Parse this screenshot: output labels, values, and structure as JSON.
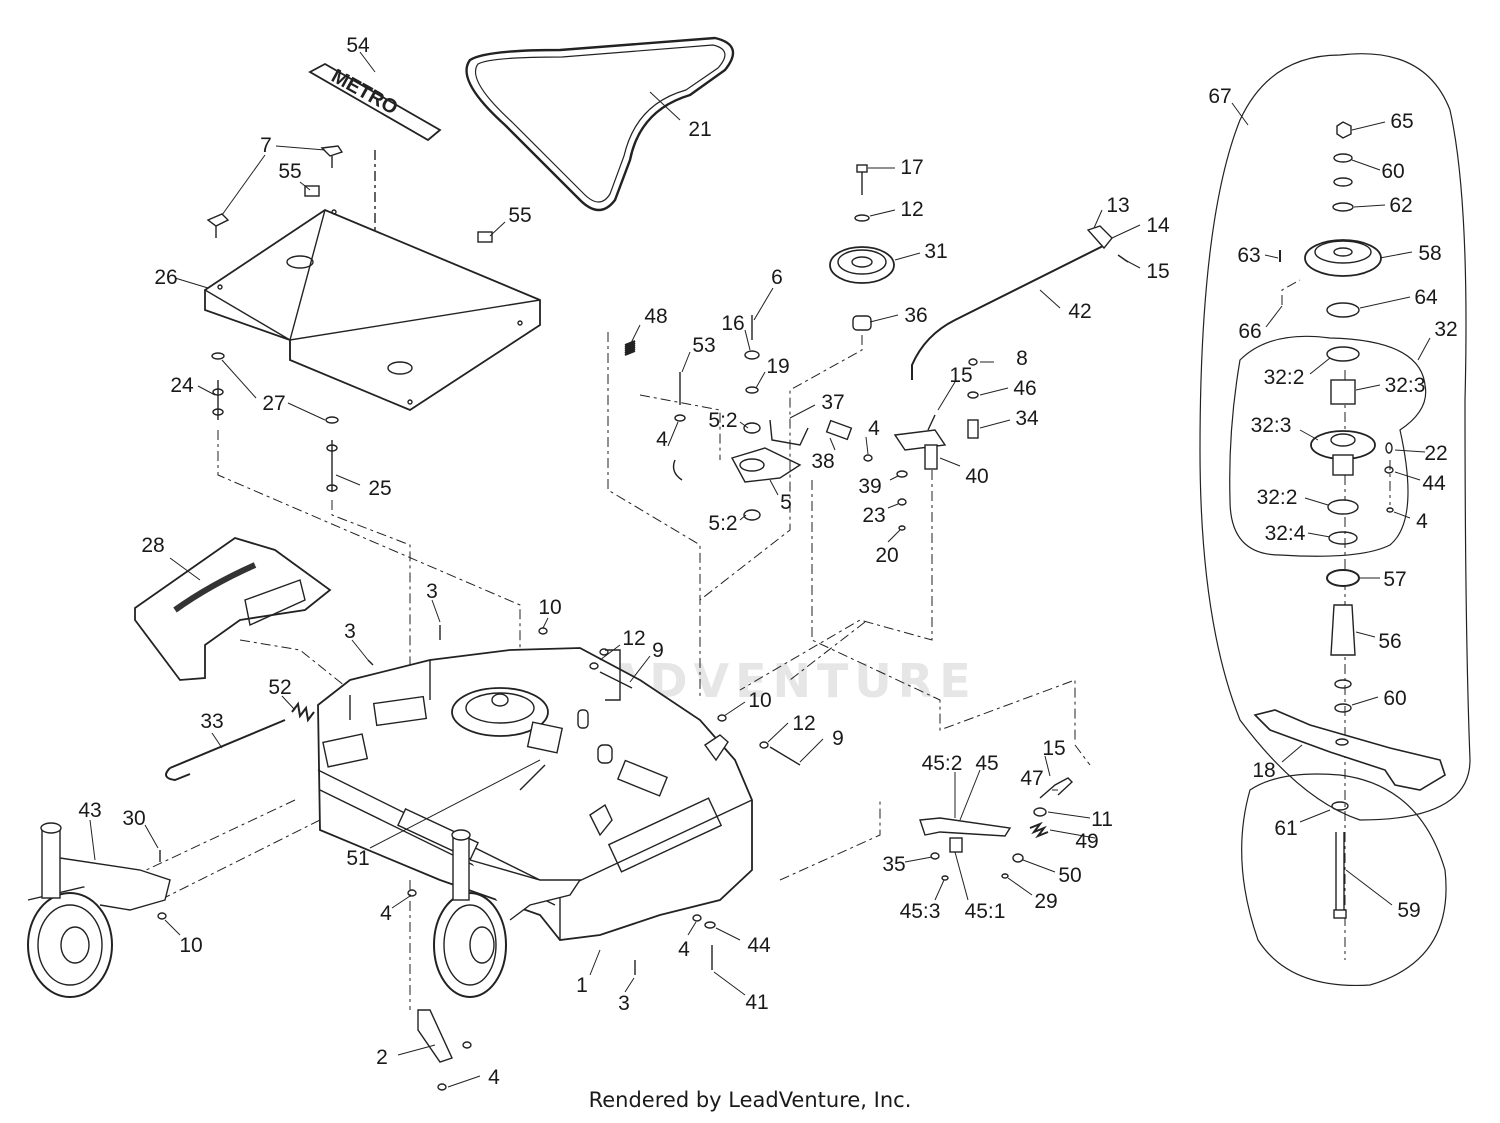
{
  "watermark": "LEADVENTURE",
  "footer": "Rendered by LeadVenture, Inc.",
  "decal_text": "METRO",
  "callouts": [
    {
      "id": "c1",
      "text": "54"
    },
    {
      "id": "c2",
      "text": "21"
    },
    {
      "id": "c3",
      "text": "7"
    },
    {
      "id": "c4",
      "text": "55"
    },
    {
      "id": "c5",
      "text": "55"
    },
    {
      "id": "c6",
      "text": "26"
    },
    {
      "id": "c7",
      "text": "24"
    },
    {
      "id": "c8",
      "text": "27"
    },
    {
      "id": "c9",
      "text": "25"
    },
    {
      "id": "c10",
      "text": "17"
    },
    {
      "id": "c11",
      "text": "12"
    },
    {
      "id": "c12",
      "text": "31"
    },
    {
      "id": "c13",
      "text": "36"
    },
    {
      "id": "c14",
      "text": "13"
    },
    {
      "id": "c15",
      "text": "14"
    },
    {
      "id": "c16",
      "text": "15"
    },
    {
      "id": "c17",
      "text": "42"
    },
    {
      "id": "c18",
      "text": "48"
    },
    {
      "id": "c19",
      "text": "6"
    },
    {
      "id": "c20",
      "text": "16"
    },
    {
      "id": "c21",
      "text": "53"
    },
    {
      "id": "c22",
      "text": "19"
    },
    {
      "id": "c23",
      "text": "8"
    },
    {
      "id": "c24",
      "text": "15"
    },
    {
      "id": "c25",
      "text": "46"
    },
    {
      "id": "c26",
      "text": "37"
    },
    {
      "id": "c27",
      "text": "5:2"
    },
    {
      "id": "c28",
      "text": "4"
    },
    {
      "id": "c29",
      "text": "4"
    },
    {
      "id": "c30",
      "text": "34"
    },
    {
      "id": "c31",
      "text": "38"
    },
    {
      "id": "c32",
      "text": "39"
    },
    {
      "id": "c33",
      "text": "40"
    },
    {
      "id": "c34",
      "text": "5"
    },
    {
      "id": "c35",
      "text": "23"
    },
    {
      "id": "c36",
      "text": "5:2"
    },
    {
      "id": "c37",
      "text": "20"
    },
    {
      "id": "c38",
      "text": "28"
    },
    {
      "id": "c39",
      "text": "3"
    },
    {
      "id": "c40",
      "text": "3"
    },
    {
      "id": "c41",
      "text": "10"
    },
    {
      "id": "c42",
      "text": "12"
    },
    {
      "id": "c43",
      "text": "9"
    },
    {
      "id": "c44",
      "text": "52"
    },
    {
      "id": "c45",
      "text": "33"
    },
    {
      "id": "c46",
      "text": "10"
    },
    {
      "id": "c47",
      "text": "12"
    },
    {
      "id": "c48",
      "text": "9"
    },
    {
      "id": "c49",
      "text": "43"
    },
    {
      "id": "c50",
      "text": "30"
    },
    {
      "id": "c51",
      "text": "15"
    },
    {
      "id": "c52",
      "text": "45:2"
    },
    {
      "id": "c53",
      "text": "45"
    },
    {
      "id": "c54",
      "text": "47"
    },
    {
      "id": "c55",
      "text": "11"
    },
    {
      "id": "c56",
      "text": "49"
    },
    {
      "id": "c57",
      "text": "51"
    },
    {
      "id": "c58",
      "text": "35"
    },
    {
      "id": "c59",
      "text": "50"
    },
    {
      "id": "c60",
      "text": "29"
    },
    {
      "id": "c61",
      "text": "45:3"
    },
    {
      "id": "c62",
      "text": "45:1"
    },
    {
      "id": "c63",
      "text": "4"
    },
    {
      "id": "c64",
      "text": "10"
    },
    {
      "id": "c65",
      "text": "4"
    },
    {
      "id": "c66",
      "text": "44"
    },
    {
      "id": "c67",
      "text": "1"
    },
    {
      "id": "c68",
      "text": "3"
    },
    {
      "id": "c69",
      "text": "41"
    },
    {
      "id": "c70",
      "text": "2"
    },
    {
      "id": "c71",
      "text": "4"
    },
    {
      "id": "c72",
      "text": "67"
    },
    {
      "id": "c73",
      "text": "65"
    },
    {
      "id": "c74",
      "text": "60"
    },
    {
      "id": "c75",
      "text": "62"
    },
    {
      "id": "c76",
      "text": "63"
    },
    {
      "id": "c77",
      "text": "58"
    },
    {
      "id": "c78",
      "text": "64"
    },
    {
      "id": "c79",
      "text": "66"
    },
    {
      "id": "c80",
      "text": "32"
    },
    {
      "id": "c81",
      "text": "32:2"
    },
    {
      "id": "c82",
      "text": "32:3"
    },
    {
      "id": "c83",
      "text": "32:3"
    },
    {
      "id": "c84",
      "text": "22"
    },
    {
      "id": "c85",
      "text": "44"
    },
    {
      "id": "c86",
      "text": "32:2"
    },
    {
      "id": "c87",
      "text": "4"
    },
    {
      "id": "c88",
      "text": "32:4"
    },
    {
      "id": "c89",
      "text": "57"
    },
    {
      "id": "c90",
      "text": "56"
    },
    {
      "id": "c91",
      "text": "60"
    },
    {
      "id": "c92",
      "text": "18"
    },
    {
      "id": "c93",
      "text": "61"
    },
    {
      "id": "c94",
      "text": "59"
    }
  ]
}
